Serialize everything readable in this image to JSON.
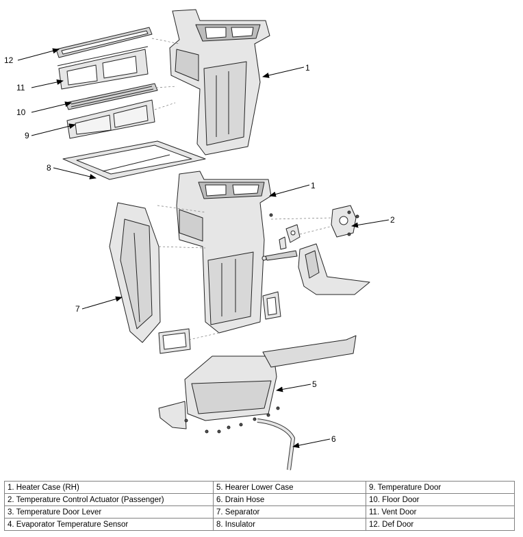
{
  "callouts": [
    "1",
    "2",
    "5",
    "6",
    "7",
    "8",
    "9",
    "10",
    "11",
    "12"
  ],
  "legend": [
    [
      "1. Heater Case (RH)",
      "5. Hearer Lower Case",
      "9. Temperature Door"
    ],
    [
      "2. Temperature Control Actuator (Passenger)",
      "6. Drain Hose",
      "10. Floor Door"
    ],
    [
      "3. Temperature Door Lever",
      "7. Separator",
      "11. Vent Door"
    ],
    [
      "4. Evaporator Temperature Sensor",
      "8. Insulator",
      "12. Def Door"
    ]
  ]
}
